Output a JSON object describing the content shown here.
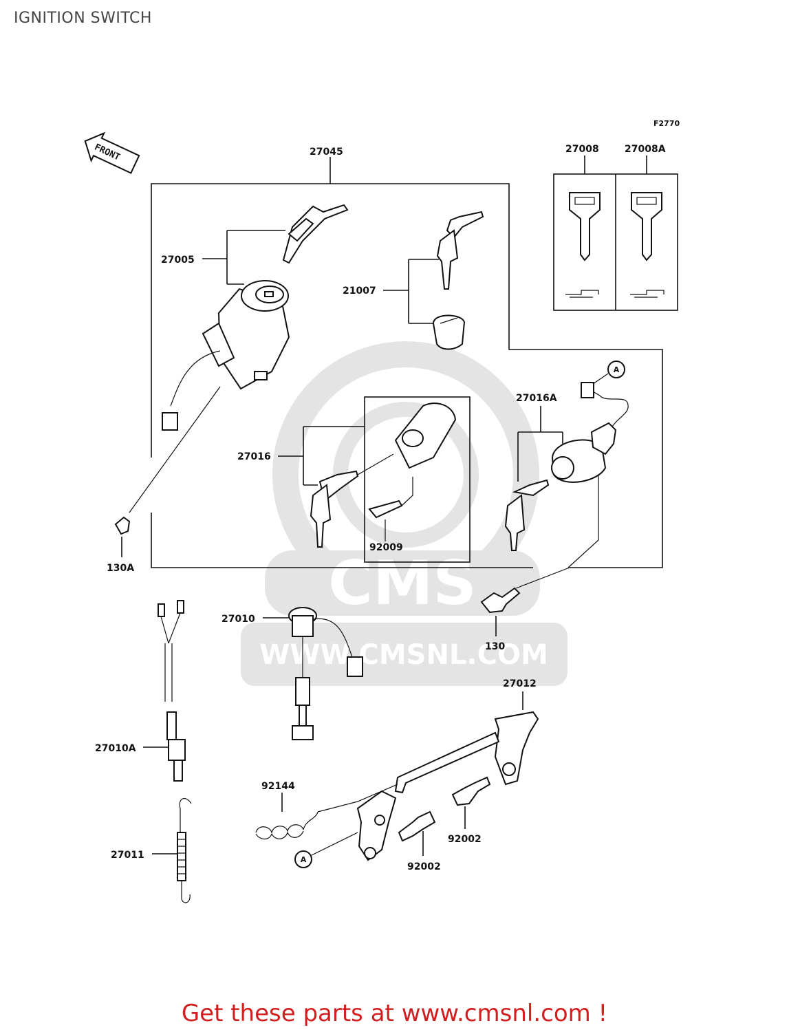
{
  "title": "IGNITION SWITCH",
  "figure_code": "F2770",
  "front_label": "FRONT",
  "watermark": {
    "brand": "CMS",
    "url": "WWW.CMSNL.COM"
  },
  "parts": {
    "p27045": "27045",
    "p27008": "27008",
    "p27008A": "27008A",
    "p27005": "27005",
    "p21007": "21007",
    "p27016": "27016",
    "p27016A": "27016A",
    "p92009": "92009",
    "p130A": "130A",
    "p130": "130",
    "p27010": "27010",
    "p27012": "27012",
    "p27010A": "27010A",
    "p92144": "92144",
    "p92002a": "92002",
    "p92002b": "92002",
    "p27011": "27011"
  },
  "callouts": {
    "a1": "A",
    "a2": "A"
  },
  "footer": {
    "prefix": "Get these parts at ",
    "link": "www.cmsnl.com",
    "suffix": " !"
  }
}
